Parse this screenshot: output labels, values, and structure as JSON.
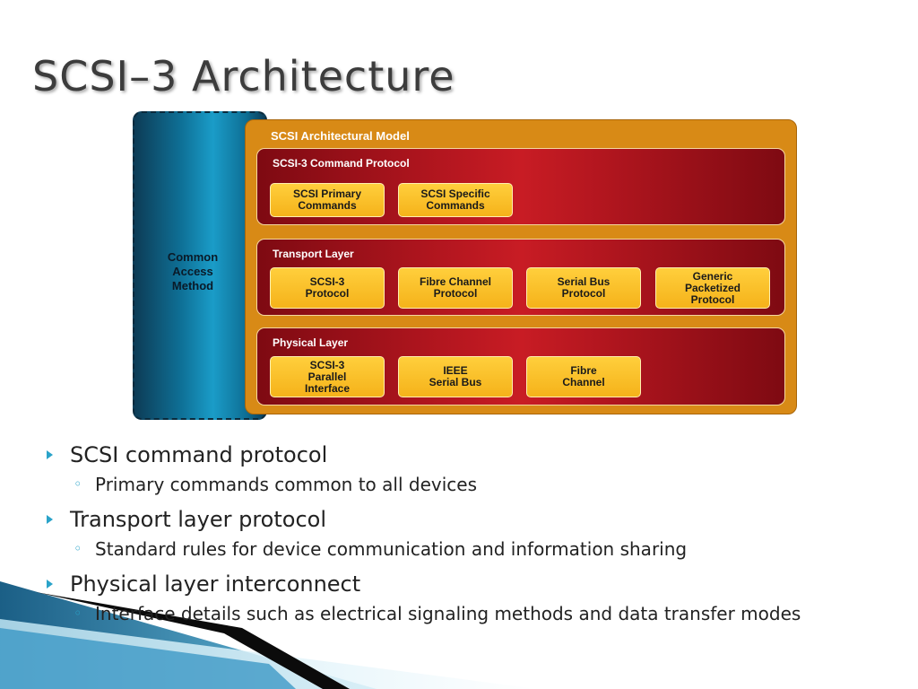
{
  "title": "SCSI–3 Architecture",
  "diagram": {
    "common_access_method": "Common\nAccess\nMethod",
    "model_title": "SCSI Architectural Model",
    "layers": [
      {
        "title": "SCSI-3 Command Protocol",
        "boxes": [
          "SCSI Primary\nCommands",
          "SCSI Specific\nCommands"
        ]
      },
      {
        "title": "Transport Layer",
        "boxes": [
          "SCSI-3\nProtocol",
          "Fibre Channel\nProtocol",
          "Serial Bus\nProtocol",
          "Generic\nPacketized\nProtocol"
        ]
      },
      {
        "title": "Physical Layer",
        "boxes": [
          "SCSI-3\nParallel\nInterface",
          "IEEE\nSerial Bus",
          "Fibre\nChannel"
        ]
      }
    ]
  },
  "bullets": [
    {
      "text": "SCSI command protocol",
      "sub": "Primary commands common to all devices"
    },
    {
      "text": "Transport layer protocol",
      "sub": "Standard rules for device communication and information sharing"
    },
    {
      "text": "Physical layer interconnect",
      "sub": "Interface details such as electrical signaling methods and data transfer modes"
    }
  ],
  "colors": {
    "accent": "#2aa3c9",
    "orange": "#d88a16",
    "red": "#b3161f",
    "yellow": "#ffcf3c",
    "teal": "#0e6f95"
  }
}
